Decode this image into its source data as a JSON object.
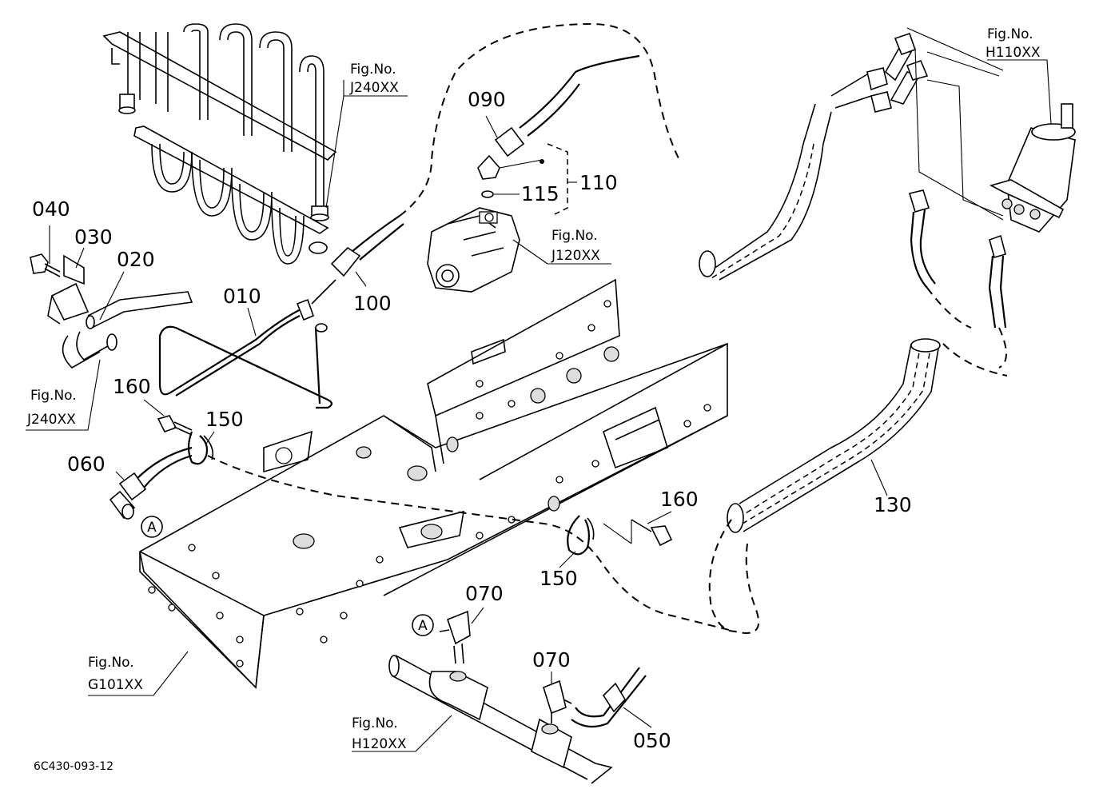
{
  "parts": [
    {
      "id": "part-040",
      "label": "040"
    },
    {
      "id": "part-030",
      "label": "030"
    },
    {
      "id": "part-020",
      "label": "020"
    },
    {
      "id": "part-010",
      "label": "010"
    },
    {
      "id": "part-100",
      "label": "100"
    },
    {
      "id": "part-090",
      "label": "090"
    },
    {
      "id": "part-110",
      "label": "110"
    },
    {
      "id": "part-115",
      "label": "115"
    },
    {
      "id": "part-160-top",
      "label": "160"
    },
    {
      "id": "part-150-top",
      "label": "150"
    },
    {
      "id": "part-060",
      "label": "060"
    },
    {
      "id": "part-160-right",
      "label": "160"
    },
    {
      "id": "part-150-bottom",
      "label": "150"
    },
    {
      "id": "part-130",
      "label": "130"
    },
    {
      "id": "part-070-left",
      "label": "070"
    },
    {
      "id": "part-070-right",
      "label": "070"
    },
    {
      "id": "part-050",
      "label": "050"
    }
  ],
  "figure_refs": [
    {
      "id": "figref-j240-top",
      "title": "Fig.No.",
      "code": "J240XX"
    },
    {
      "id": "figref-j240-left",
      "title": "Fig.No.",
      "code": "J240XX"
    },
    {
      "id": "figref-j120",
      "title": "Fig.No.",
      "code": "J120XX"
    },
    {
      "id": "figref-h110",
      "title": "Fig.No.",
      "code": "H110XX"
    },
    {
      "id": "figref-g101",
      "title": "Fig.No.",
      "code": "G101XX"
    },
    {
      "id": "figref-h120",
      "title": "Fig.No.",
      "code": "H120XX"
    }
  ],
  "connectors": [
    {
      "id": "connector-a-top",
      "label": "A"
    },
    {
      "id": "connector-a-bottom",
      "label": "A"
    }
  ],
  "document_code": "6C430-093-12"
}
